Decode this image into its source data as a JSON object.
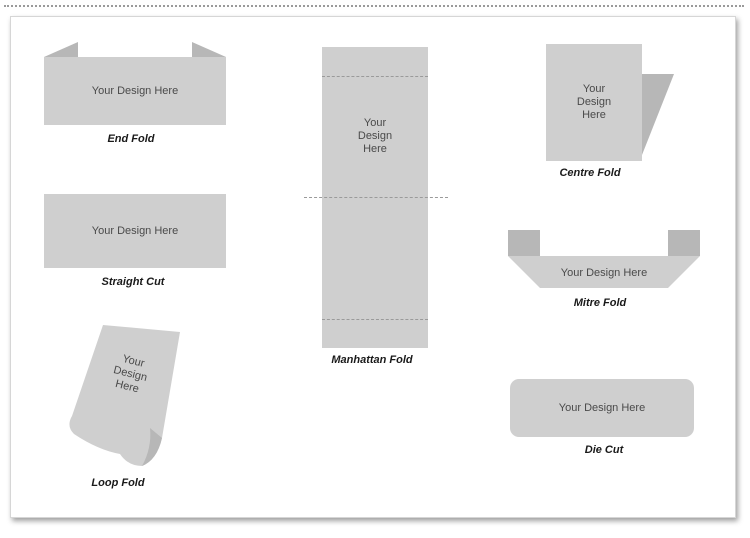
{
  "colors": {
    "panel": "#cfcfcf",
    "panel_dark": "#b7b7b7",
    "text": "#4a4a4a",
    "label": "#1a1a1a"
  },
  "placeholder_text": "Your Design Here",
  "placeholder_lines": [
    "Your",
    "Design",
    "Here"
  ],
  "folds": {
    "end_fold": "End Fold",
    "straight_cut": "Straight Cut",
    "loop_fold": "Loop Fold",
    "manhattan_fold": "Manhattan Fold",
    "centre_fold": "Centre Fold",
    "mitre_fold": "Mitre Fold",
    "die_cut": "Die Cut"
  }
}
